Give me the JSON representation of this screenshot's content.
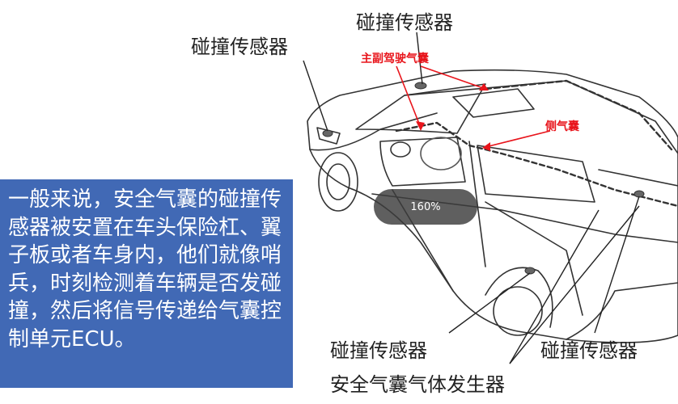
{
  "labels": {
    "crash_sensor_top": "碰撞传感器",
    "crash_sensor_left": "碰撞传感器",
    "crash_sensor_bottom_center": "碰撞传感器",
    "crash_sensor_bottom_right": "碰撞传感器",
    "front_airbags": "主副驾驶气囊",
    "side_airbag": "侧气囊",
    "inflator": "安全气囊气体发生器"
  },
  "info_box": {
    "text": "一般来说，安全气囊的碰撞传感器被安置在车头保险杠、翼子板或者车身内，他们就像哨兵，时刻检测着车辆是否发碰撞，然后将信号传递给气囊控制单元ECU。"
  },
  "zoom": "160%",
  "colors": {
    "info_background": "#4169b5",
    "highlight_red": "#e8141b",
    "line_art": "#333333"
  }
}
